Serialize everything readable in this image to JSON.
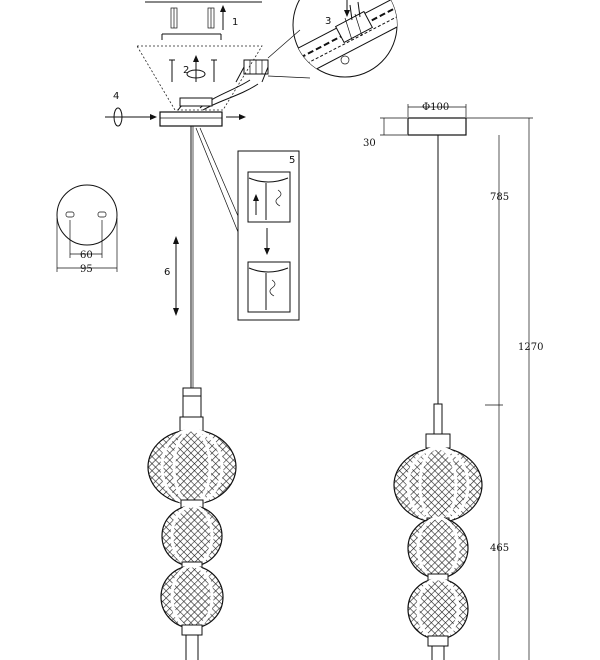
{
  "installation": {
    "steps": [
      "1",
      "2",
      "3",
      "4",
      "5",
      "6"
    ]
  },
  "mounting_plate": {
    "hole_spacing": "60",
    "diameter": "95"
  },
  "dimensions": {
    "canopy_diameter": "Φ100",
    "canopy_height": "30",
    "cable_length": "785",
    "total_height": "1270",
    "lamp_height": "465"
  },
  "colors": {
    "line": "#111111",
    "background": "#ffffff"
  }
}
